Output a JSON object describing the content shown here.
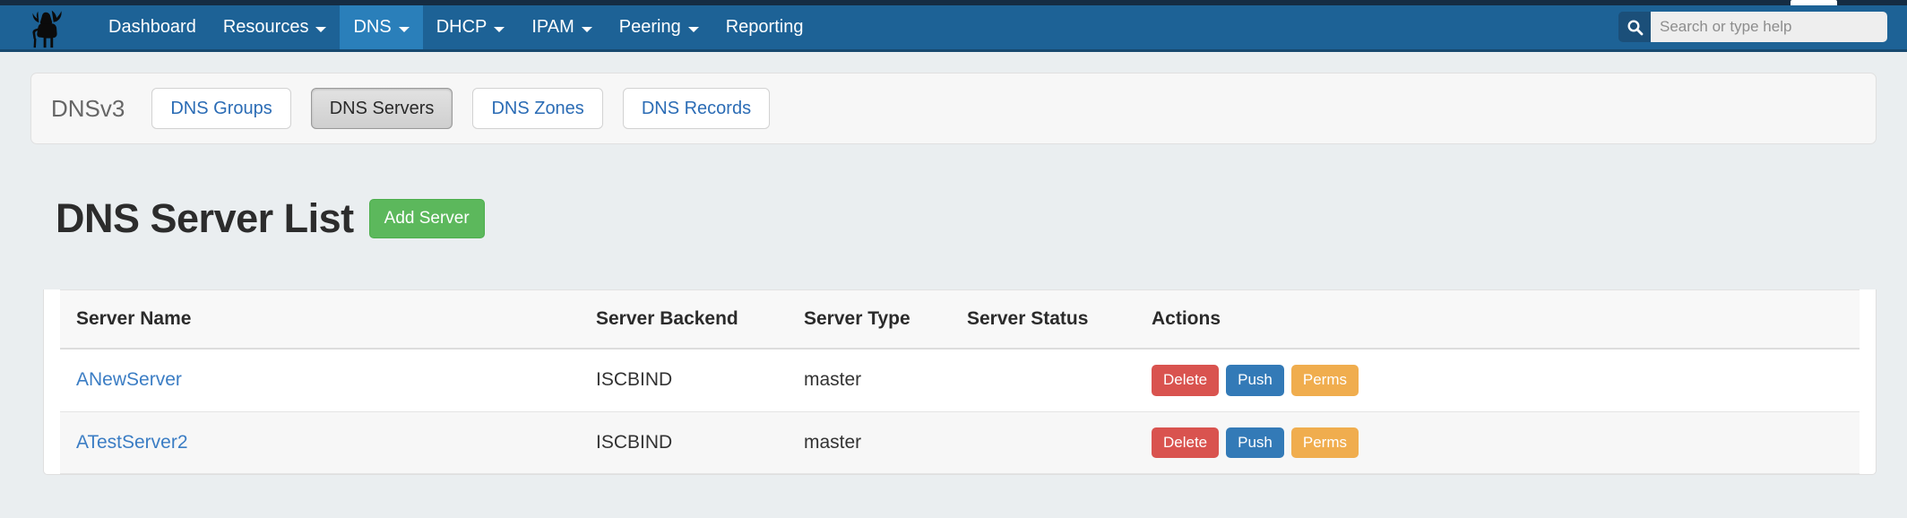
{
  "chrome": {
    "strip_color": "#152c43"
  },
  "navbar": {
    "brand_icon": "moose-logo-icon",
    "bg_color": "#1d6296",
    "active_color": "#2a7fba",
    "items": [
      {
        "label": "Dashboard",
        "has_caret": false,
        "active": false
      },
      {
        "label": "Resources",
        "has_caret": true,
        "active": false
      },
      {
        "label": "DNS",
        "has_caret": true,
        "active": true
      },
      {
        "label": "DHCP",
        "has_caret": true,
        "active": false
      },
      {
        "label": "IPAM",
        "has_caret": true,
        "active": false
      },
      {
        "label": "Peering",
        "has_caret": true,
        "active": false
      },
      {
        "label": "Reporting",
        "has_caret": false,
        "active": false
      }
    ]
  },
  "search": {
    "icon": "search-icon",
    "placeholder": "Search or type help",
    "value": ""
  },
  "subpanel": {
    "title": "DNSv3",
    "tabs": [
      {
        "label": "DNS Groups",
        "active": false
      },
      {
        "label": "DNS Servers",
        "active": true
      },
      {
        "label": "DNS Zones",
        "active": false
      },
      {
        "label": "DNS Records",
        "active": false
      }
    ]
  },
  "page": {
    "title": "DNS Server List",
    "add_button": "Add Server",
    "add_button_color": "#5cb85c"
  },
  "table": {
    "columns": [
      "Server Name",
      "Server Backend",
      "Server Type",
      "Server Status",
      "Actions"
    ],
    "rows": [
      {
        "name": "ANewServer",
        "backend": "ISCBIND",
        "type": "master",
        "status": "",
        "actions": [
          {
            "label": "Delete",
            "color": "#d9534f"
          },
          {
            "label": "Push",
            "color": "#337ab7"
          },
          {
            "label": "Perms",
            "color": "#f0ad4e"
          }
        ]
      },
      {
        "name": "ATestServer2",
        "backend": "ISCBIND",
        "type": "master",
        "status": "",
        "actions": [
          {
            "label": "Delete",
            "color": "#d9534f"
          },
          {
            "label": "Push",
            "color": "#337ab7"
          },
          {
            "label": "Perms",
            "color": "#f0ad4e"
          }
        ]
      }
    ]
  }
}
